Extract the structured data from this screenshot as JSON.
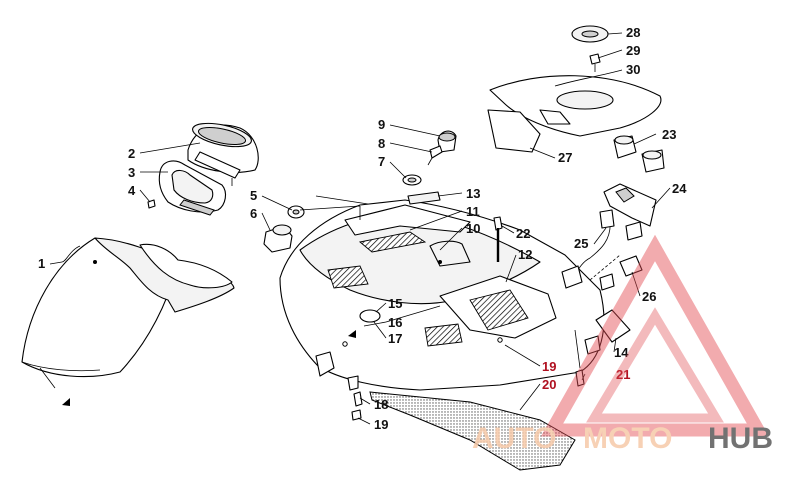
{
  "callouts": {
    "c1": "1",
    "c2": "2",
    "c3": "3",
    "c4": "4",
    "c5": "5",
    "c6": "6",
    "c7": "7",
    "c8": "8",
    "c9": "9",
    "c10": "10",
    "c11": "11",
    "c12": "12",
    "c13": "13",
    "c14": "14",
    "c15": "15",
    "c16": "16",
    "c17": "17",
    "c18": "18",
    "c19a": "19",
    "c19b": "19",
    "c20": "20",
    "c21": "21",
    "c22": "22",
    "c23": "23",
    "c24": "24",
    "c25": "25",
    "c26": "26",
    "c27": "27",
    "c28": "28",
    "c29": "29",
    "c30": "30"
  },
  "watermark": {
    "text_a": "AUTO",
    "text_b": "MOTO",
    "text_c": "HUB",
    "color_light": "#f6c9a9",
    "color_dark": "#5a5a5a",
    "triangle_color": "#e14b52"
  }
}
